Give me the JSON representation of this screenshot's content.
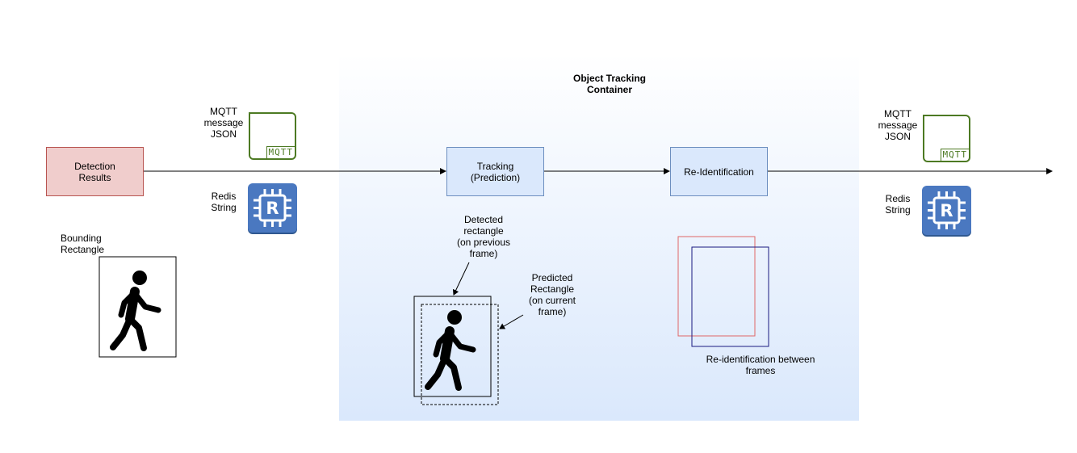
{
  "container": {
    "title": "Object Tracking\nContainer"
  },
  "nodes": {
    "detection": "Detection\nResults",
    "tracking": "Tracking\n(Prediction)",
    "reid": "Re-Identification"
  },
  "left_icons": {
    "mqtt_label": "MQTT\nmessage\nJSON",
    "mqtt_tag": "MQTT",
    "redis_label": "Redis\nString",
    "redis_letter": "R"
  },
  "right_icons": {
    "mqtt_label": "MQTT\nmessage\nJSON",
    "mqtt_tag": "MQTT",
    "redis_label": "Redis\nString",
    "redis_letter": "R"
  },
  "annotations": {
    "bounding": "Bounding\nRectangle",
    "detected": "Detected\nrectangle\n(on previous\nframe)",
    "predicted": "Predicted\nRectangle\n(on current\nframe)",
    "reid_between": "Re-identification between\nframes"
  },
  "icons": [
    "walking-person-icon",
    "mqtt-icon",
    "redis-icon"
  ],
  "colors": {
    "detection_fill": "#f0cdcc",
    "detection_stroke": "#b85450",
    "process_fill": "#dae8fc",
    "process_stroke": "#6c8ebf",
    "mqtt_green": "#4d7a23",
    "redis_blue": "#4a78c0",
    "reid_red": "#e06666",
    "reid_navy": "#1a1a80"
  }
}
